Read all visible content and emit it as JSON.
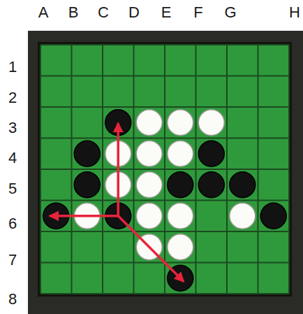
{
  "diagram": {
    "labels": [
      "A",
      "B",
      "C",
      "D",
      "E",
      "F",
      "G",
      "H",
      "1",
      "2",
      "3",
      "4",
      "5",
      "6",
      "7",
      "8"
    ]
  }
}
